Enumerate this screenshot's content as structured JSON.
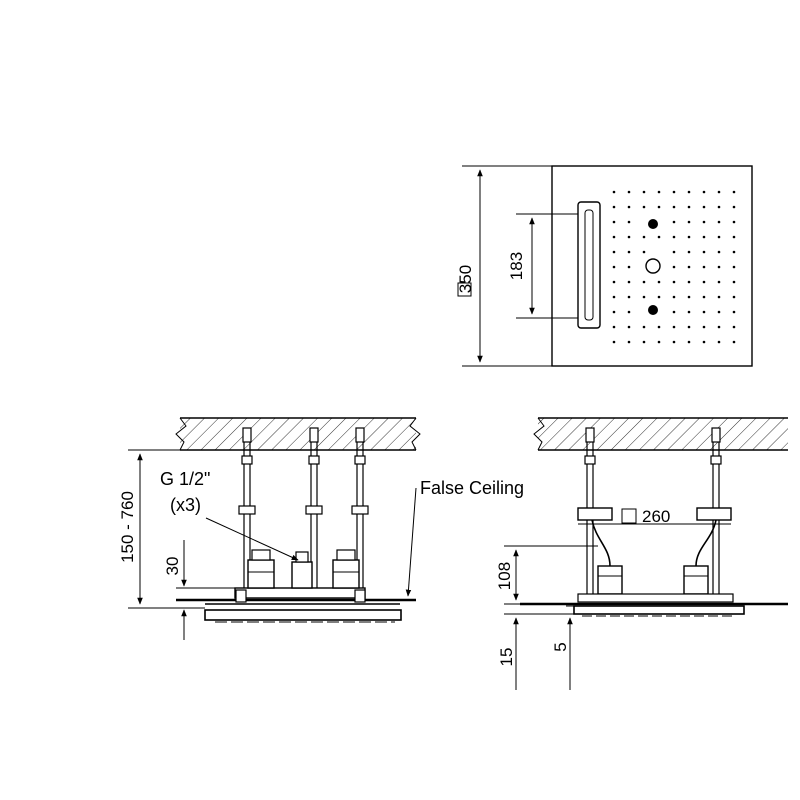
{
  "top_view": {
    "outer_size": "350",
    "nozzle_band": "183"
  },
  "front_view": {
    "thread": "G 1/2\"",
    "thread_count": "(x3)",
    "height_range": "150 - 760",
    "plate_height": "30",
    "false_ceiling": "False Ceiling"
  },
  "side_view": {
    "fixing_size": "260",
    "body_height": "108",
    "panel_drop": "15",
    "panel_thickness": "5"
  }
}
